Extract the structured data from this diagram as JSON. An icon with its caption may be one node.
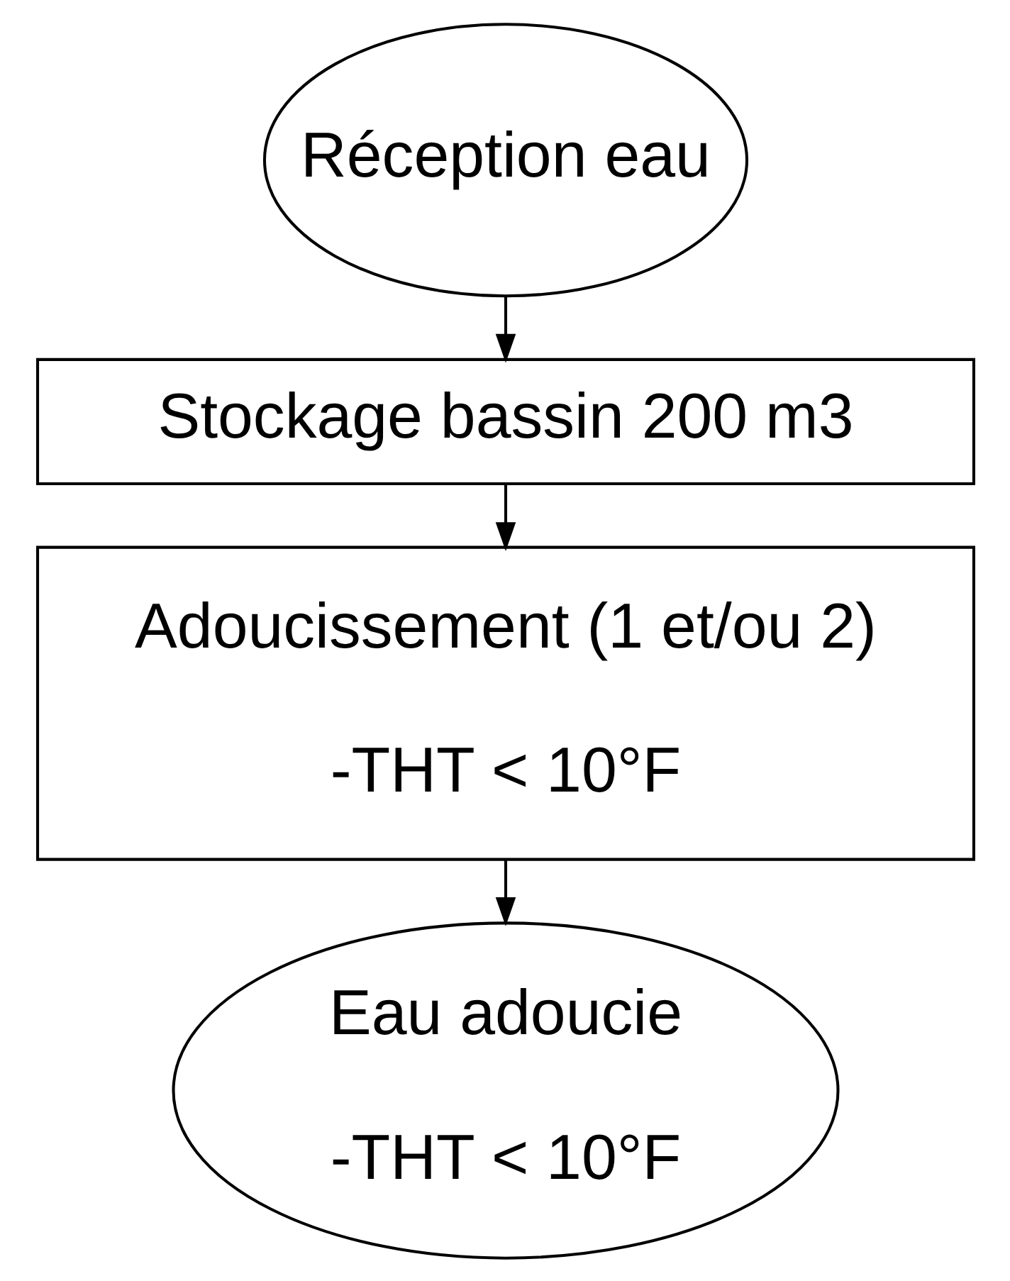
{
  "diagram": {
    "nodes": [
      {
        "text": [
          "Réception eau"
        ]
      },
      {
        "text": [
          "Stockage bassin 200 m3"
        ]
      },
      {
        "text": [
          "Adoucissement (1 et/ou 2)",
          "-THT < 10°F"
        ]
      },
      {
        "text": [
          "Eau adoucie",
          "-THT < 10°F"
        ]
      }
    ],
    "edges": [
      {
        "from": 0,
        "to": 1,
        "arrow": "to"
      },
      {
        "from": 1,
        "to": 2,
        "arrow": "to"
      },
      {
        "from": 2,
        "to": 3,
        "arrow": "to"
      }
    ]
  }
}
